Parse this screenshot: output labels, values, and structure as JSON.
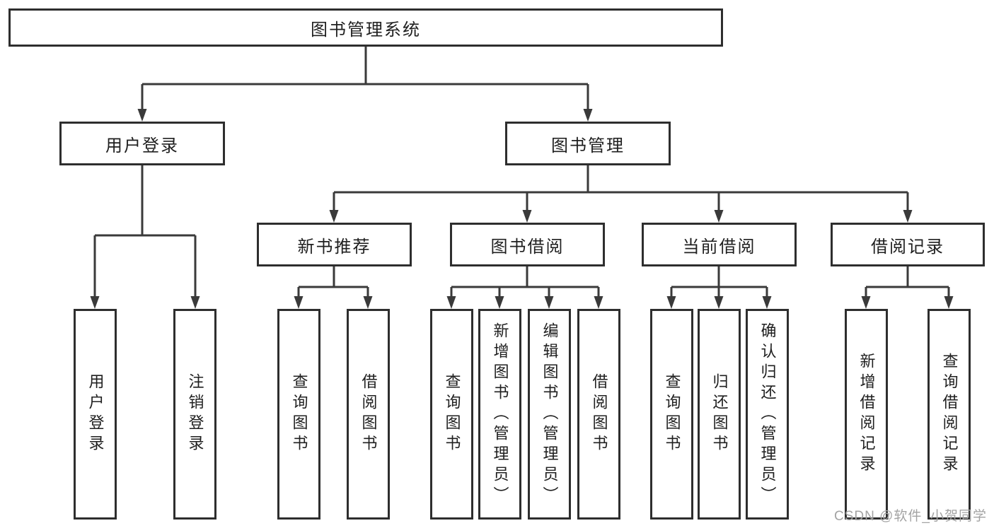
{
  "colors": {
    "line": "#3a3a3a",
    "box_border": "#2e2e2e",
    "box_fill": "#ffffff",
    "text": "#1f1f1f",
    "watermark": "#a3a3a3",
    "background": "#ffffff"
  },
  "tree": {
    "root": {
      "label": "图书管理系统"
    },
    "login": {
      "label": "用户登录",
      "children": [
        {
          "label": "用户登录"
        },
        {
          "label": "注销登录"
        }
      ]
    },
    "manage": {
      "label": "图书管理",
      "sections": [
        {
          "label": "新书推荐",
          "items": [
            {
              "label": "查询图书"
            },
            {
              "label": "借阅图书"
            }
          ]
        },
        {
          "label": "图书借阅",
          "items": [
            {
              "label": "查询图书"
            },
            {
              "label": "新增图书（管理员）"
            },
            {
              "label": "编辑图书（管理员）"
            },
            {
              "label": "借阅图书"
            }
          ]
        },
        {
          "label": "当前借阅",
          "items": [
            {
              "label": "查询图书"
            },
            {
              "label": "归还图书"
            },
            {
              "label": "确认归还（管理员）"
            }
          ]
        },
        {
          "label": "借阅记录",
          "items": [
            {
              "label": "新增借阅记录"
            },
            {
              "label": "查询借阅记录"
            }
          ]
        }
      ]
    }
  },
  "watermark": {
    "text": "CSDN @软件_小贺同学"
  }
}
